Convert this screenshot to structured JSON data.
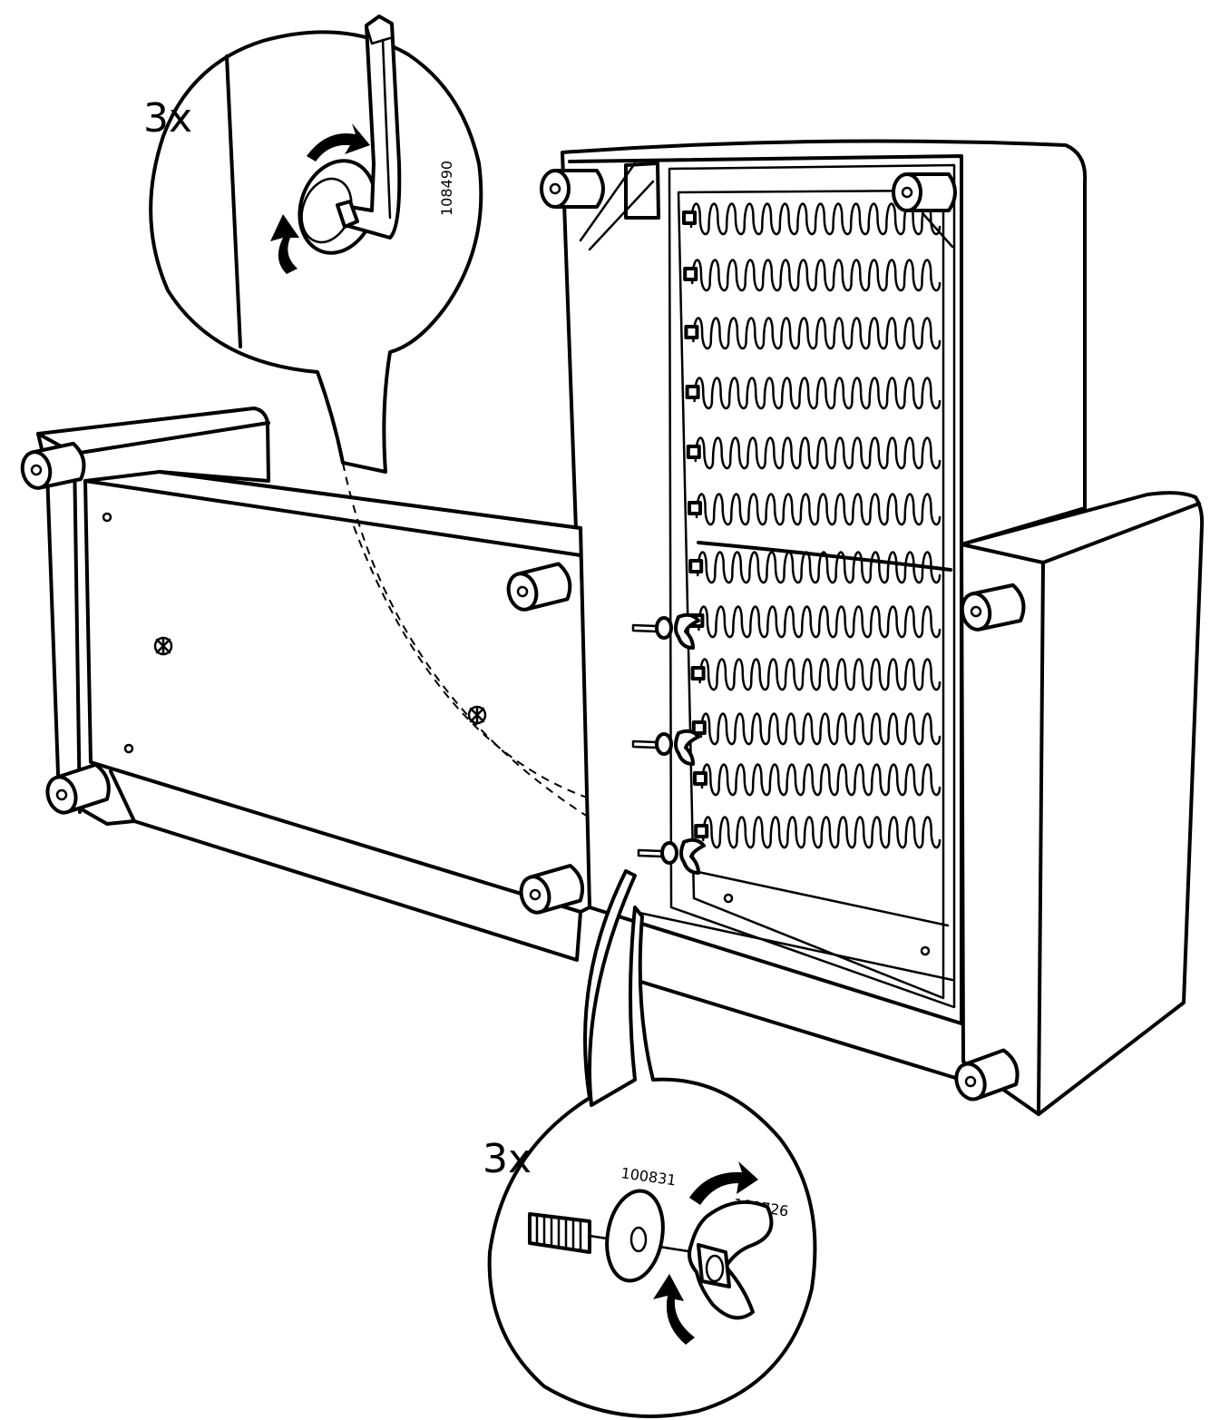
{
  "top_detail": {
    "quantity": "3x",
    "part_number": "108490"
  },
  "bottom_detail": {
    "quantity": "3x",
    "part_number_washer": "100831",
    "part_number_wingnut": "100726"
  },
  "icons": [
    "allen-key-icon",
    "rotate-arrow-icon",
    "bolt-icon",
    "washer-icon",
    "wing-nut-icon",
    "sofa-frame-icon",
    "spring-icon",
    "foot-icon"
  ]
}
